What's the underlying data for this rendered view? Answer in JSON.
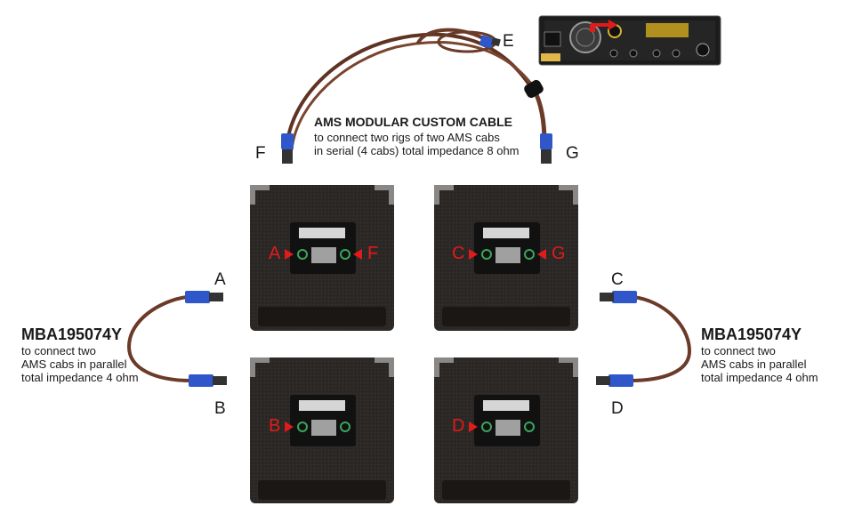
{
  "top_cable": {
    "title": "AMS MODULAR CUSTOM CABLE",
    "line1": "to connect two rigs of two AMS cabs",
    "line2": "in serial (4 cabs) total impedance 8 ohm",
    "label_e": "E",
    "label_f": "F",
    "label_g": "G"
  },
  "left_cable": {
    "model": "MBA195074Y",
    "line1": "to connect two",
    "line2": "AMS cabs in parallel",
    "line3": "total impedance 4 ohm",
    "label_a": "A",
    "label_b": "B"
  },
  "right_cable": {
    "model": "MBA195074Y",
    "line1": "to connect two",
    "line2": "AMS cabs in parallel",
    "line3": "total impedance 4 ohm",
    "label_c": "C",
    "label_d": "D"
  },
  "cabinet_labels": {
    "top_left_a": "A",
    "top_left_f": "F",
    "top_right_c": "C",
    "top_right_g": "G",
    "bottom_left_b": "B",
    "bottom_right_d": "D"
  },
  "colors": {
    "cable": "#6b3a28",
    "connector": "#2f57c9",
    "cabinet": "#2c2826",
    "marker": "#e01b1b"
  }
}
